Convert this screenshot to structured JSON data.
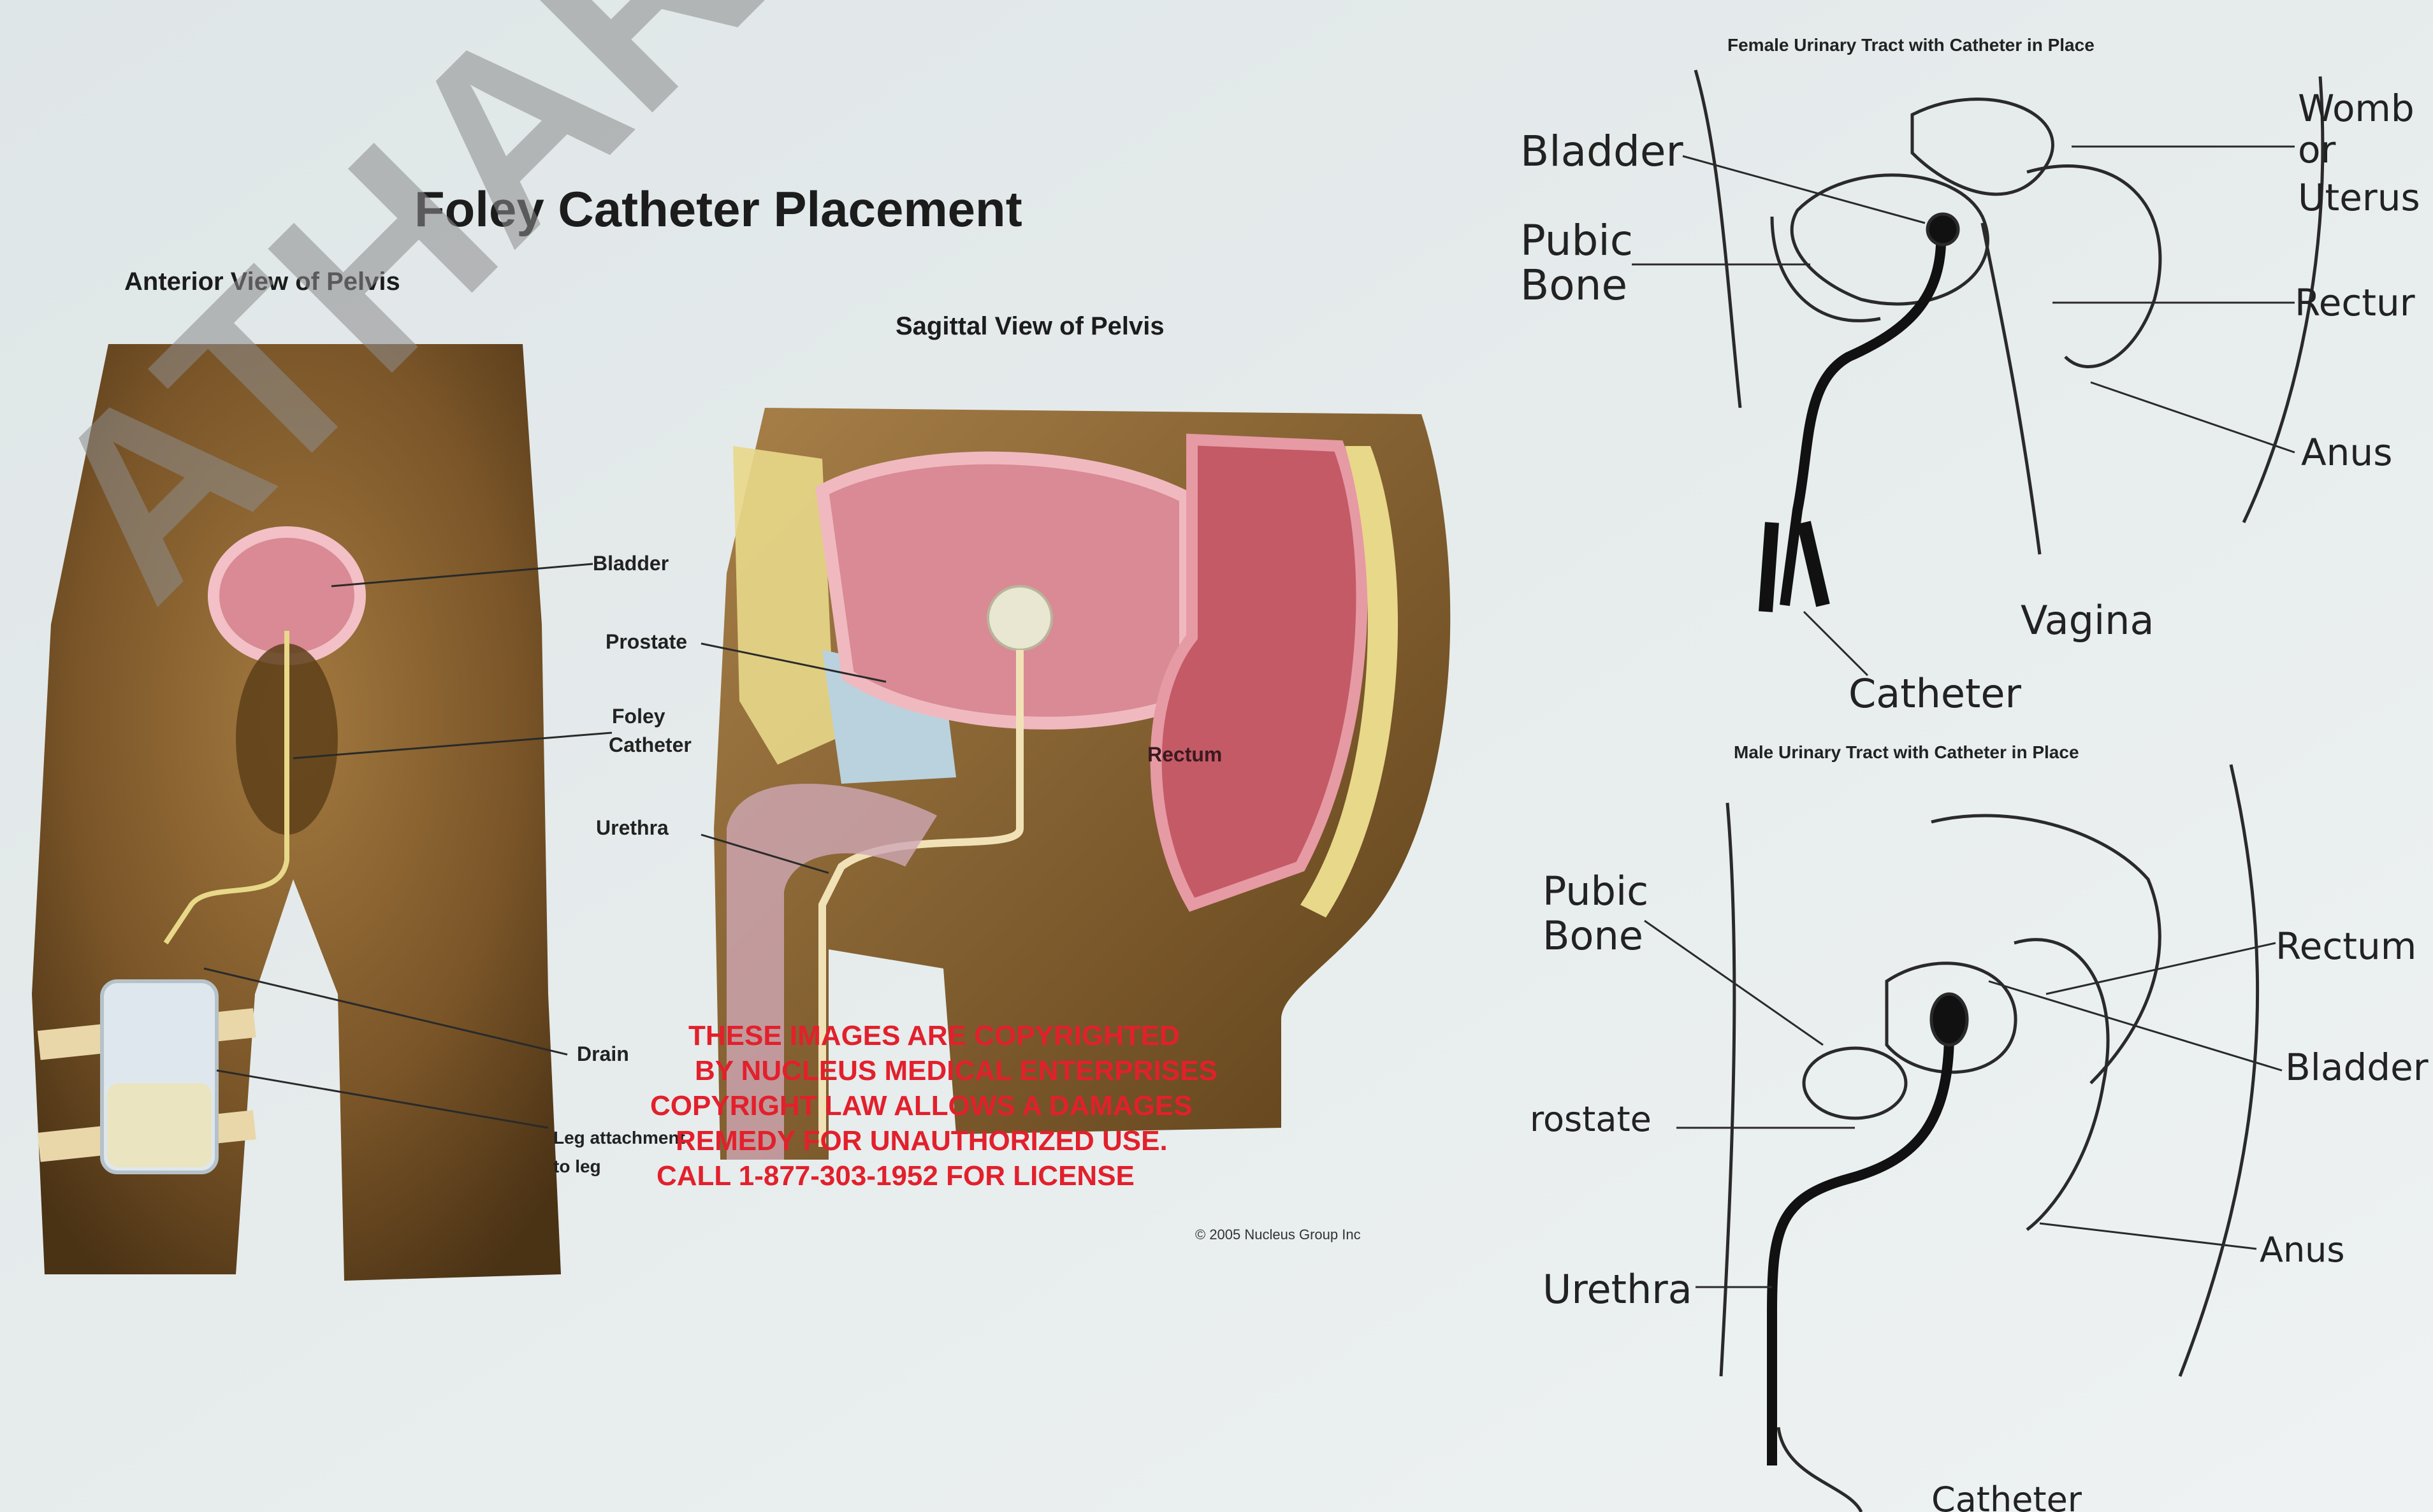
{
  "watermark": "ATHAR",
  "left_figure": {
    "title": "Foley Catheter Placement",
    "anterior": {
      "caption": "Anterior View of Pelvis"
    },
    "sagittal": {
      "caption": "Sagittal View of Pelvis",
      "labels": {
        "bladder": "Bladder",
        "prostate": "Prostate",
        "foley_line1": "Foley",
        "foley_line2": "Catheter",
        "urethra": "Urethra",
        "drain": "Drain",
        "leg_line1": "Leg attachment",
        "leg_line2": "to leg",
        "rectum": "Rectum"
      },
      "copyright_lines": [
        "THESE IMAGES ARE COPYRIGHTED",
        "BY NUCLEUS MEDICAL ENTERPRISES",
        "COPYRIGHT LAW ALLOWS A DAMAGES",
        "REMEDY FOR UNAUTHORIZED USE.",
        "CALL 1-877-303-1952 FOR LICENSE"
      ],
      "credit": "© 2005 Nucleus Group Inc"
    }
  },
  "female_diagram": {
    "caption": "Female Urinary Tract with Catheter in Place",
    "labels": {
      "bladder": "Bladder",
      "pubic_line1": "Pubic",
      "pubic_line2": "Bone",
      "womb_line1": "Womb",
      "womb_line2": "or",
      "womb_line3": "Uterus",
      "rectum": "Rectur",
      "anus": "Anus",
      "vagina": "Vagina",
      "catheter": "Catheter"
    }
  },
  "male_diagram": {
    "caption": "Male Urinary Tract with Catheter in Place",
    "labels": {
      "pubic_line1": "Pubic",
      "pubic_line2": "Bone",
      "rectum": "Rectum",
      "bladder": "Bladder",
      "prostate": "rostate",
      "anus": "Anus",
      "urethra": "Urethra",
      "catheter": "Catheter"
    }
  },
  "colors": {
    "background": "#e6ebec",
    "skin_dark": "#6b4a22",
    "skin_mid": "#a07a45",
    "bladder_pink": "#d98a94",
    "tissue_red": "#c45a66",
    "bone_yellow": "#e8d889",
    "copyright_red": "#e2202c",
    "watermark_gray": "#8d8d8d",
    "line_art": "#2a2a2a"
  }
}
